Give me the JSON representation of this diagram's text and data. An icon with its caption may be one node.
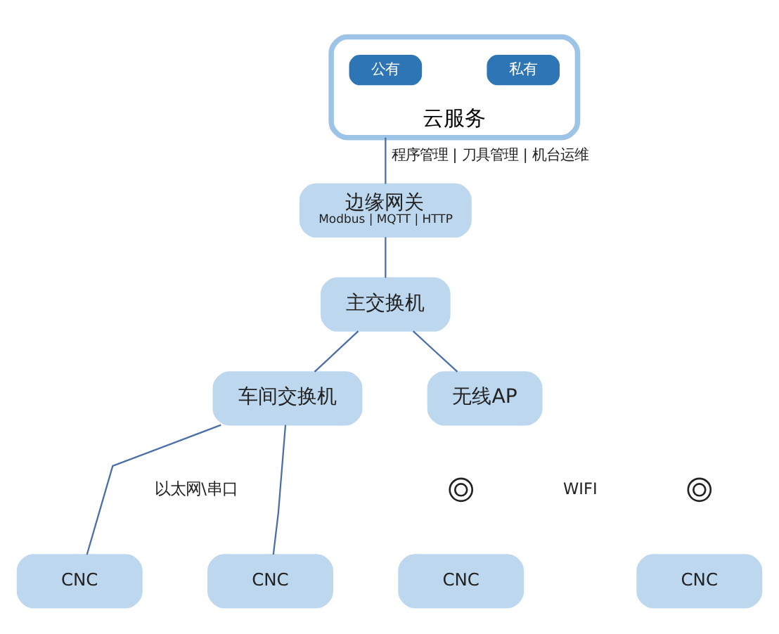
{
  "diagram": {
    "nodes": [
      {
        "text": [
          "云服务"
        ]
      },
      {
        "text": [
          "公有"
        ],
        "in": 0
      },
      {
        "text": [
          "私有"
        ],
        "in": 0
      },
      {
        "text": [
          "边缘网关",
          "Modbus | MQTT | HTTP"
        ]
      },
      {
        "text": [
          "主交换机"
        ]
      },
      {
        "text": [
          "车间交换机"
        ]
      },
      {
        "text": [
          "无线AP"
        ]
      },
      {
        "text": [],
        "shape": "antenna"
      },
      {
        "text": [],
        "shape": "antenna"
      },
      {
        "text": [
          "CNC"
        ]
      },
      {
        "text": [
          "CNC"
        ]
      },
      {
        "text": [
          "CNC"
        ]
      },
      {
        "text": [
          "CNC"
        ]
      }
    ],
    "edges": [
      {
        "from": 0,
        "to": 3,
        "arrow": "none",
        "label": "程序管理 | 刀具管理 | 机台运维"
      },
      {
        "from": 3,
        "to": 4,
        "arrow": "none"
      },
      {
        "from": 4,
        "to": 5,
        "arrow": "none"
      },
      {
        "from": 4,
        "to": 6,
        "arrow": "none"
      },
      {
        "from": 5,
        "to": 9,
        "arrow": "none"
      },
      {
        "from": 5,
        "to": 10,
        "arrow": "none"
      }
    ],
    "labels": [
      "以太网\\串口",
      "WIFI"
    ]
  }
}
